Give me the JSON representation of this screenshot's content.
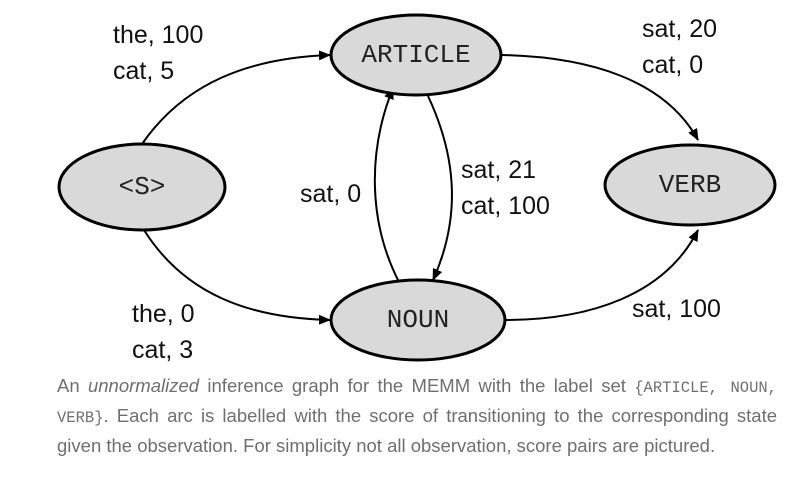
{
  "nodes": {
    "start": "<S>",
    "article": "ARTICLE",
    "noun": "NOUN",
    "verb": "VERB"
  },
  "edges": {
    "start_article": [
      "the, 100",
      "cat, 5"
    ],
    "start_noun": [
      "the, 0",
      "cat, 3"
    ],
    "article_verb": [
      "sat, 20",
      "cat, 0"
    ],
    "noun_article": [
      "sat, 0"
    ],
    "article_noun": [
      "sat, 21",
      "cat, 100"
    ],
    "noun_verb": [
      "sat, 100"
    ]
  },
  "caption": {
    "part1": "An ",
    "emphasis": "unnormalized",
    "part2": " inference graph for the MEMM with the label set ",
    "label_set": "{ARTICLE, NOUN, VERB}",
    "part3": ". Each arc is labelled with the score of transitioning to the corresponding state given the observation. For simplicity not all observation, score pairs are pictured."
  }
}
